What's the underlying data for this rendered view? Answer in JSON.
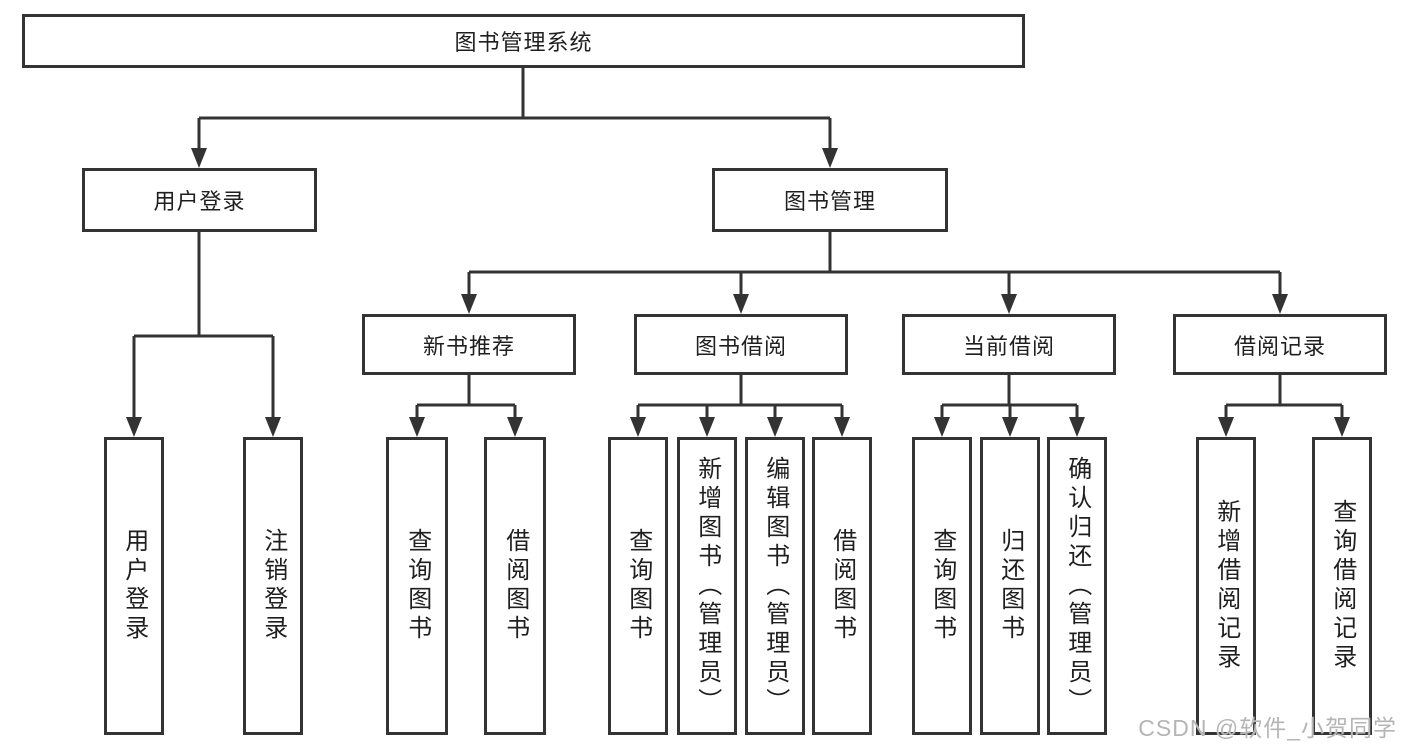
{
  "diagram": {
    "root": {
      "label": "图书管理系统"
    },
    "level2": [
      {
        "label": "用户登录"
      },
      {
        "label": "图书管理"
      }
    ],
    "level3": [
      {
        "label": "新书推荐"
      },
      {
        "label": "图书借阅"
      },
      {
        "label": "当前借阅"
      },
      {
        "label": "借阅记录"
      }
    ],
    "leaves": [
      {
        "label": "用户登录"
      },
      {
        "label": "注销登录"
      },
      {
        "label": "查询图书"
      },
      {
        "label": "借阅图书"
      },
      {
        "label": "查询图书"
      },
      {
        "label": "新增图书（管理员）"
      },
      {
        "label": "编辑图书（管理员）"
      },
      {
        "label": "借阅图书"
      },
      {
        "label": "查询图书"
      },
      {
        "label": "归还图书"
      },
      {
        "label": "确认归还（管理员）"
      },
      {
        "label": "新增借阅记录"
      },
      {
        "label": "查询借阅记录"
      }
    ]
  },
  "watermark": {
    "text": "CSDN @软件_小贺同学"
  },
  "colors": {
    "line": "#333333",
    "text": "#1f1f1f",
    "watermark": "#b5b5b5"
  }
}
